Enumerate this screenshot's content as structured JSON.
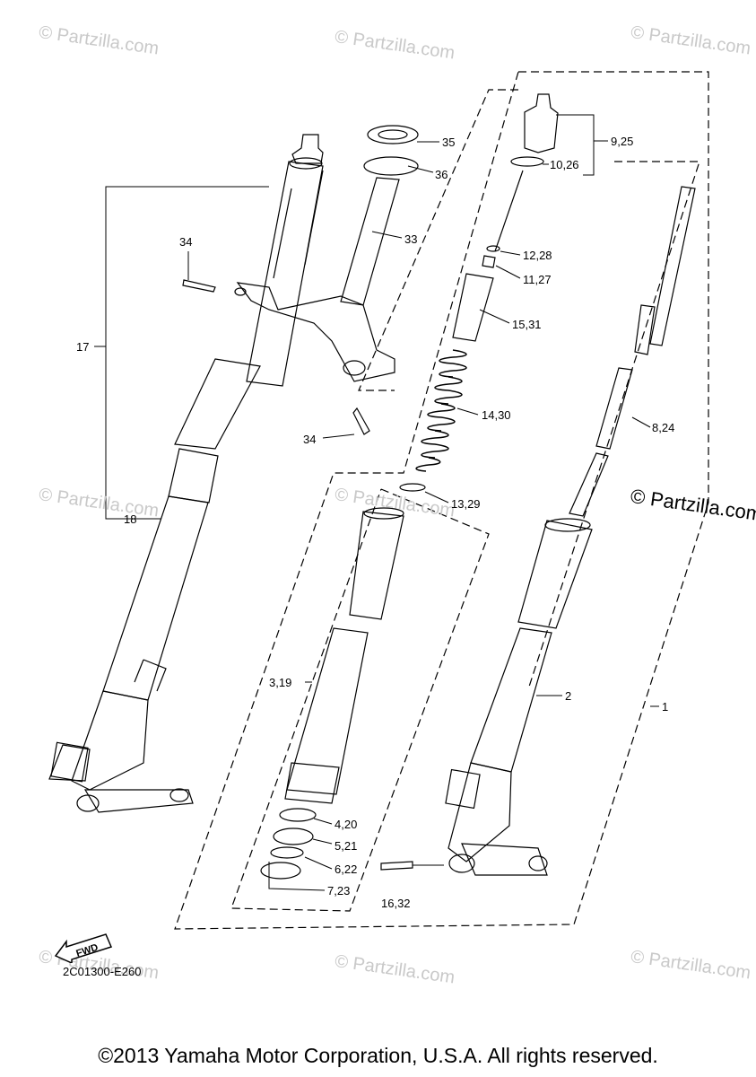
{
  "watermarks": [
    "© Partzilla.com",
    "© Partzilla.com",
    "© Partzilla.com",
    "© Partzilla.com",
    "© Partzilla.com",
    "© Partzilla.com",
    "© Partzilla.com",
    "© Partzilla.com",
    "© Partzilla.com"
  ],
  "watermark_main": "© Partzilla.com",
  "labels": {
    "p35": "35",
    "p36": "36",
    "p33": "33",
    "p34a": "34",
    "p34b": "34",
    "p17": "17",
    "p18": "18",
    "p9_25": "9,25",
    "p10_26": "10,26",
    "p12_28": "12,28",
    "p11_27": "11,27",
    "p15_31": "15,31",
    "p14_30": "14,30",
    "p13_29": "13,29",
    "p8_24": "8,24",
    "p3_19": "3,19",
    "p2": "2",
    "p1": "1",
    "p4_20": "4,20",
    "p5_21": "5,21",
    "p6_22": "6,22",
    "p7_23": "7,23",
    "p16_32": "16,32"
  },
  "fwd_label": "FWD",
  "diagram_code": "2C01300-E260",
  "copyright": "©2013 Yamaha Motor Corporation, U.S.A. All rights reserved."
}
